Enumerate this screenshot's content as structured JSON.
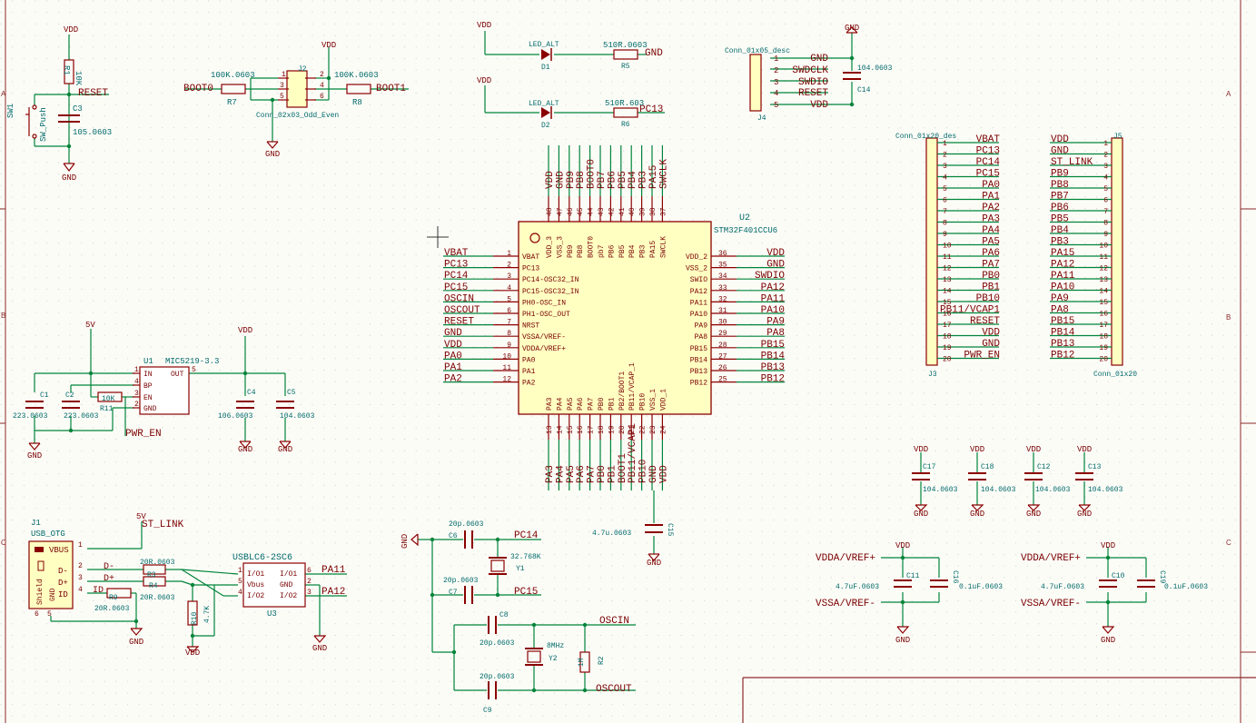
{
  "frame": {
    "rows": [
      "A",
      "B",
      "C"
    ]
  },
  "components": {
    "sw1": {
      "ref": "SW1",
      "value": "SW_Push"
    },
    "r1": {
      "ref": "R1",
      "value": "10K"
    },
    "c3": {
      "ref": "C3",
      "value": "105.0603"
    },
    "r7": {
      "ref": "R7",
      "value": "100K.0603"
    },
    "r8": {
      "ref": "R8",
      "value": "100K.0603"
    },
    "j2": {
      "ref": "J2",
      "value": "Conn_02x03_Odd_Even"
    },
    "d1": {
      "ref": "D1",
      "value": "LED_ALT"
    },
    "d2": {
      "ref": "D2",
      "value": "LED_ALT"
    },
    "r5": {
      "ref": "R5",
      "value": "510R.0603"
    },
    "r6": {
      "ref": "R6",
      "value": "510R.603"
    },
    "j4": {
      "ref": "J4",
      "value": "Conn_01x05_desc"
    },
    "c14": {
      "ref": "C14",
      "value": "104.0603"
    },
    "u2": {
      "ref": "U2",
      "value": "STM32F401CCU6"
    },
    "j3": {
      "ref": "J3",
      "value": "Conn_01x20_des"
    },
    "j5": {
      "ref": "J5",
      "value": "Conn_01x20"
    },
    "u1": {
      "ref": "U1",
      "value": "MIC5219-3.3"
    },
    "c1": {
      "ref": "C1",
      "value": "223.0603"
    },
    "c2": {
      "ref": "C2",
      "value": "223.0603"
    },
    "r11": {
      "ref": "R11",
      "value": "10K"
    },
    "c4": {
      "ref": "C4",
      "value": "106.0603"
    },
    "c5": {
      "ref": "C5",
      "value": "104.0603"
    },
    "c15": {
      "ref": "C15",
      "value": "4.7u.0603"
    },
    "c17": {
      "ref": "C17",
      "value": "104.0603"
    },
    "c18": {
      "ref": "C18",
      "value": "104.0603"
    },
    "c12": {
      "ref": "C12",
      "value": "104.0603"
    },
    "c13": {
      "ref": "C13",
      "value": "104.0603"
    },
    "j1": {
      "ref": "J1",
      "value": "USB_OTG"
    },
    "r3": {
      "ref": "R3",
      "value": "20R.0603"
    },
    "r4": {
      "ref": "R4",
      "value": "20R.0603"
    },
    "r9": {
      "ref": "R9",
      "value": "20R.0603"
    },
    "r10": {
      "ref": "R10",
      "value": "4.7K"
    },
    "u3": {
      "ref": "U3",
      "value": "USBLC6-2SC6"
    },
    "c6": {
      "ref": "C6",
      "value": "20p.0603"
    },
    "c7": {
      "ref": "C7",
      "value": "20p.0603"
    },
    "y1": {
      "ref": "Y1",
      "value": "32.768K"
    },
    "c8": {
      "ref": "C8",
      "value": "20p.0603"
    },
    "c9": {
      "ref": "C9",
      "value": "20p.0603"
    },
    "y2": {
      "ref": "Y2",
      "value": "8MHz"
    },
    "r2": {
      "ref": "R2",
      "value": "1M"
    },
    "c11": {
      "ref": "C11",
      "value": "4.7uF.0603"
    },
    "c16": {
      "ref": "C16",
      "value": "0.1uF.0603"
    },
    "c10": {
      "ref": "C10",
      "value": "4.7uF.0603"
    },
    "c19": {
      "ref": "C19",
      "value": "0.1uF.0603"
    }
  },
  "nets": {
    "vdd": "VDD",
    "gnd": "GND",
    "reset": "RESET",
    "boot0": "BOOT0",
    "boot1": "BOOT1",
    "pc13": "PC13",
    "v5": "5V",
    "st_link": "ST_LINK",
    "pwr_en": "PWR_EN",
    "pa11": "PA11",
    "pa12": "PA12",
    "pc14": "PC14",
    "pc15": "PC15",
    "oscin": "OSCIN",
    "oscout": "OSCOUT",
    "vdda": "VDDA/VREF+",
    "vssa": "VSSA/VREF-",
    "swdclk": "SWDCLK",
    "swdio": "SWDIO"
  },
  "u2_pins": {
    "top_names": [
      "VDD",
      "GND",
      "PB9",
      "PB8",
      "BOOT0",
      "PB7",
      "PB6",
      "PB5",
      "PB4",
      "PB3",
      "PA15",
      "SWCLK"
    ],
    "top_numbers": [
      "48",
      "47",
      "46",
      "45",
      "44",
      "43",
      "42",
      "41",
      "40",
      "39",
      "38",
      "37"
    ],
    "top_inner": [
      "VDD_3",
      "VSS_3",
      "PB9",
      "PB8",
      "BOOT0",
      "pb7",
      "PB6",
      "PB5",
      "PB4",
      "PB3",
      "PA15",
      "SWCLK"
    ],
    "left_names": [
      "VBAT",
      "PC13",
      "PC14",
      "PC15",
      "OSCIN",
      "OSCOUT",
      "RESET",
      "GND",
      "VDD",
      "PA0",
      "PA1",
      "PA2"
    ],
    "left_numbers": [
      "1",
      "2",
      "3",
      "4",
      "5",
      "6",
      "7",
      "8",
      "9",
      "10",
      "11",
      "12"
    ],
    "left_inner": [
      "VBAT",
      "PC13",
      "PC14-OSC32_IN",
      "PC15-OSC32_IN",
      "PH0-OSC_IN",
      "PH1-OSC_OUT",
      "NRST",
      "VSSA/VREF-",
      "VDDA/VREF+",
      "PA0",
      "PA1",
      "PA2"
    ],
    "right_names": [
      "VDD",
      "GND",
      "SWDIO",
      "PA12",
      "PA11",
      "PA10",
      "PA9",
      "PA8",
      "PB15",
      "PB14",
      "PB13",
      "PB12"
    ],
    "right_numbers": [
      "36",
      "35",
      "34",
      "33",
      "32",
      "31",
      "30",
      "29",
      "28",
      "27",
      "26",
      "25"
    ],
    "right_inner": [
      "VDD_2",
      "VSS_2",
      "SWIO",
      "PA12",
      "PA11",
      "PA10",
      "PA9",
      "PA8",
      "PB15",
      "PB14",
      "PB13",
      "PB12"
    ],
    "bottom_names": [
      "PA3",
      "PA4",
      "PA5",
      "PA6",
      "PA7",
      "PB0",
      "PB1",
      "BOOT1",
      "PB11/VCAP1",
      "PB10",
      "GND",
      "VDD"
    ],
    "bottom_numbers": [
      "13",
      "14",
      "15",
      "16",
      "17",
      "18",
      "19",
      "20",
      "21",
      "22",
      "23",
      "24"
    ],
    "bottom_inner": [
      "PA3",
      "PA4",
      "PA5",
      "PA6",
      "PA7",
      "PB0",
      "PB1",
      "PB2/BOOT1",
      "PB11/VCAP_1",
      "PB10",
      "VSS_1",
      "VDD_1"
    ]
  },
  "j3_labels": [
    "VBAT",
    "PC13",
    "PC14",
    "PC15",
    "PA0",
    "PA1",
    "PA2",
    "PA3",
    "PA4",
    "PA5",
    "PA6",
    "PA7",
    "PB0",
    "PB1",
    "PB10",
    "PB11/VCAP1",
    "RESET",
    "VDD",
    "GND",
    "PWR_EN"
  ],
  "j5_labels": [
    "VDD",
    "GND",
    "ST_LINK",
    "PB9",
    "PB8",
    "PB7",
    "PB6",
    "PB5",
    "PB4",
    "PB3",
    "PA15",
    "PA12",
    "PA11",
    "PA10",
    "PA9",
    "PA8",
    "PB15",
    "PB14",
    "PB13",
    "PB12"
  ],
  "conn_numbers": [
    "1",
    "2",
    "3",
    "4",
    "5",
    "6",
    "7",
    "8",
    "9",
    "10",
    "11",
    "12",
    "13",
    "14",
    "15",
    "16",
    "17",
    "18",
    "19",
    "20"
  ],
  "j4_labels": [
    "GND",
    "SWDCLK",
    "SWDIO",
    "RESET",
    "VDD"
  ],
  "j4_numbers": [
    "1",
    "2",
    "3",
    "4",
    "5"
  ],
  "j2_numbers": [
    "1",
    "2",
    "3",
    "4",
    "5",
    "6"
  ],
  "u1_pins": {
    "in": "IN",
    "bp": "BP",
    "en": "EN",
    "gnd": "GND",
    "out": "OUT",
    "n1": "1",
    "n2": "2",
    "n3": "3",
    "n4": "4",
    "n5": "5"
  },
  "u3_pins": {
    "io1l": "I/O1",
    "vbus": "Vbus",
    "io2l": "I/O2",
    "io1r": "I/O1",
    "gnd": "GND",
    "io2r": "I/O2",
    "n1": "1",
    "n2": "2",
    "n3": "3",
    "n4": "4",
    "n5": "5",
    "n6": "6"
  },
  "j1_pins": {
    "vbus": "VBUS",
    "dm": "D-",
    "dp": "D+",
    "id": "ID",
    "gnd": "GND",
    "shield": "Shield",
    "n1": "1",
    "n2": "2",
    "n3": "3",
    "n4": "4",
    "n5": "5",
    "n6": "6",
    "dm_net": "D-",
    "dp_net": "D+",
    "id_net": "ID"
  },
  "colors": {
    "wire": "#00843a",
    "body": "#8a0000",
    "fill": "#ffffc2",
    "text_net": "#7a0000",
    "text_comp": "#006a6a",
    "grid": "#d8d8d8"
  }
}
